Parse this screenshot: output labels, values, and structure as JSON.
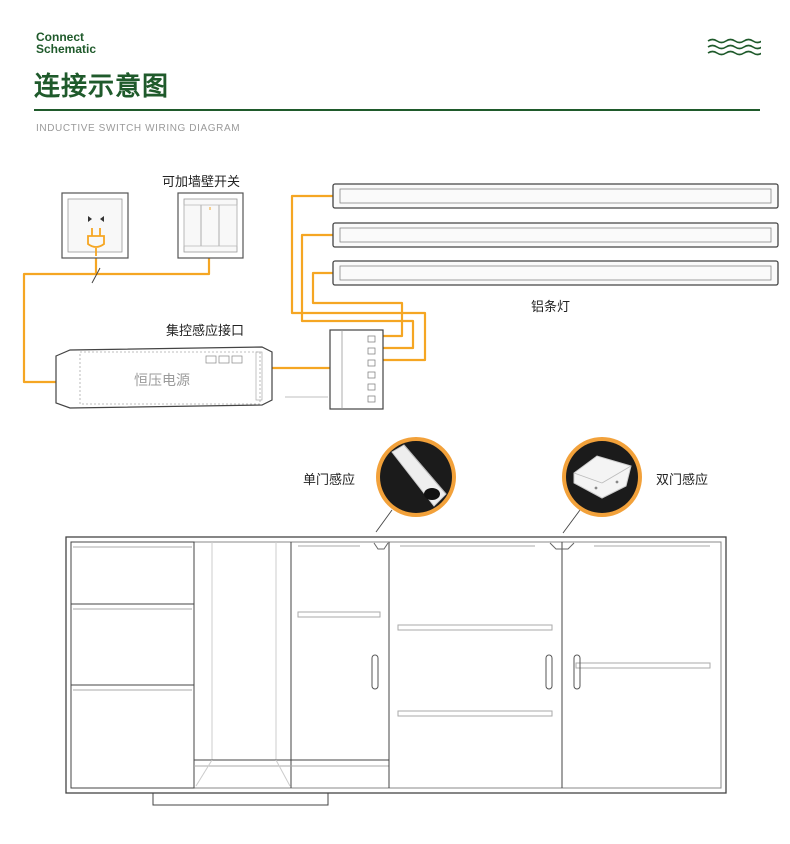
{
  "header": {
    "brand_line1": "Connect",
    "brand_line2": "Schematic",
    "title": "连接示意图",
    "subtitle": "INDUCTIVE SWITCH WIRING DIAGRAM",
    "wave_icon": "wave-icon"
  },
  "labels": {
    "wall_switch": "可加墙壁开关",
    "aluminum_light": "铝条灯",
    "central_control": "集控感应接口",
    "power_supply": "恒压电源",
    "single_door": "单门感应",
    "double_door": "双门感应"
  },
  "colors": {
    "brand_green": "#1f5a2b",
    "wire_orange": "#f5a623",
    "sensor_ring": "#f2a13a",
    "line_gray": "#444444"
  }
}
